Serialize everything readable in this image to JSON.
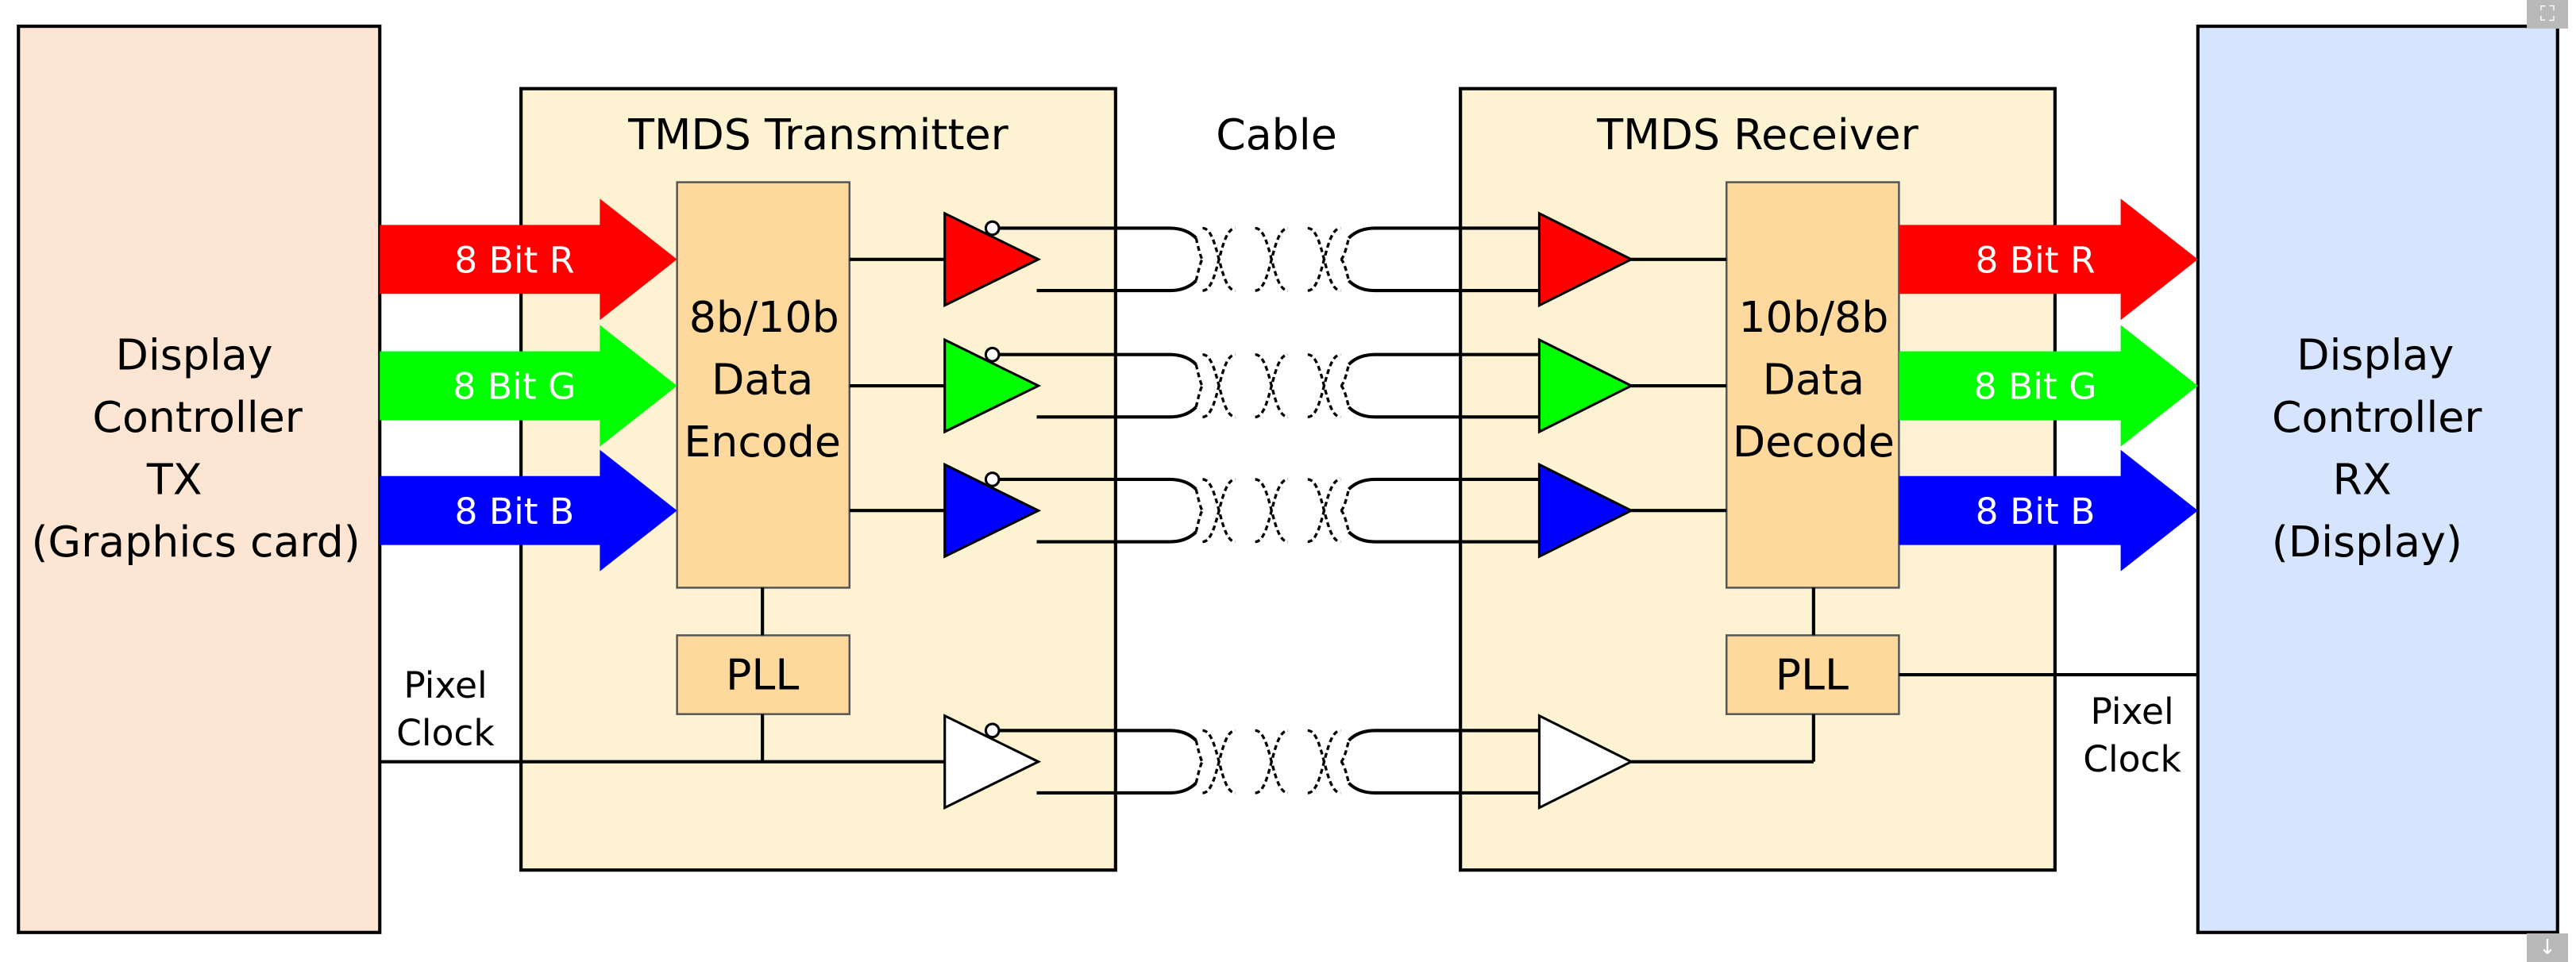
{
  "tx_box": {
    "lines": [
      "Display",
      "Controller",
      "TX",
      "(Graphics card)"
    ],
    "fill": "#fde5d4"
  },
  "rx_box": {
    "lines": [
      "Display",
      "Controller",
      "RX",
      "(Display)"
    ],
    "fill": "#d6e4fd"
  },
  "transmitter": {
    "title": "TMDS Transmitter",
    "fill": "#fdf3d3",
    "encoder": [
      "8b/10b",
      "Data",
      "Encode"
    ],
    "pll": "PLL"
  },
  "receiver": {
    "title": "TMDS Receiver",
    "fill": "#fdf3d3",
    "decoder": [
      "10b/8b",
      "Data",
      "Decode"
    ],
    "pll": "PLL"
  },
  "cable": {
    "label": "Cable"
  },
  "block_fill": "#fdd99e",
  "channels": [
    {
      "label": "8 Bit R",
      "color": "#ff0000"
    },
    {
      "label": "8 Bit G",
      "color": "#00ff00"
    },
    {
      "label": "8 Bit B",
      "color": "#0000ff"
    },
    {
      "label": "",
      "color": "#ffffff"
    }
  ],
  "pixel_clock_tx": [
    "Pixel",
    "Clock"
  ],
  "pixel_clock_rx": [
    "Pixel",
    "Clock"
  ],
  "icons": {
    "expand": "expand-icon",
    "download": "download-icon"
  }
}
